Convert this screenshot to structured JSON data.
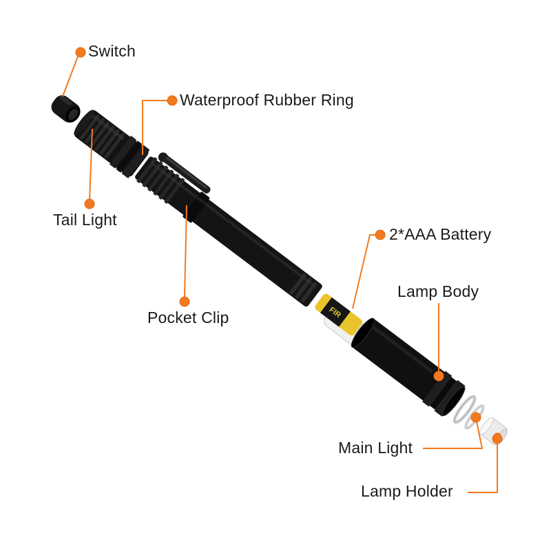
{
  "colors": {
    "accent": "#f2791f",
    "battery_yellow": "#e9c52b",
    "flashlight_black": "#141414",
    "background": "#ffffff",
    "label_text": "#1a1a1a"
  },
  "labels": {
    "switch": "Switch",
    "waterproof_ring": "Waterproof Rubber Ring",
    "tail_light": "Tail Light",
    "pocket_clip": "Pocket Clip",
    "battery": "2*AAA Battery",
    "lamp_body": "Lamp Body",
    "main_light": "Main Light",
    "lamp_holder": "Lamp Holder"
  },
  "parts": {
    "battery_brand": "FIR"
  }
}
